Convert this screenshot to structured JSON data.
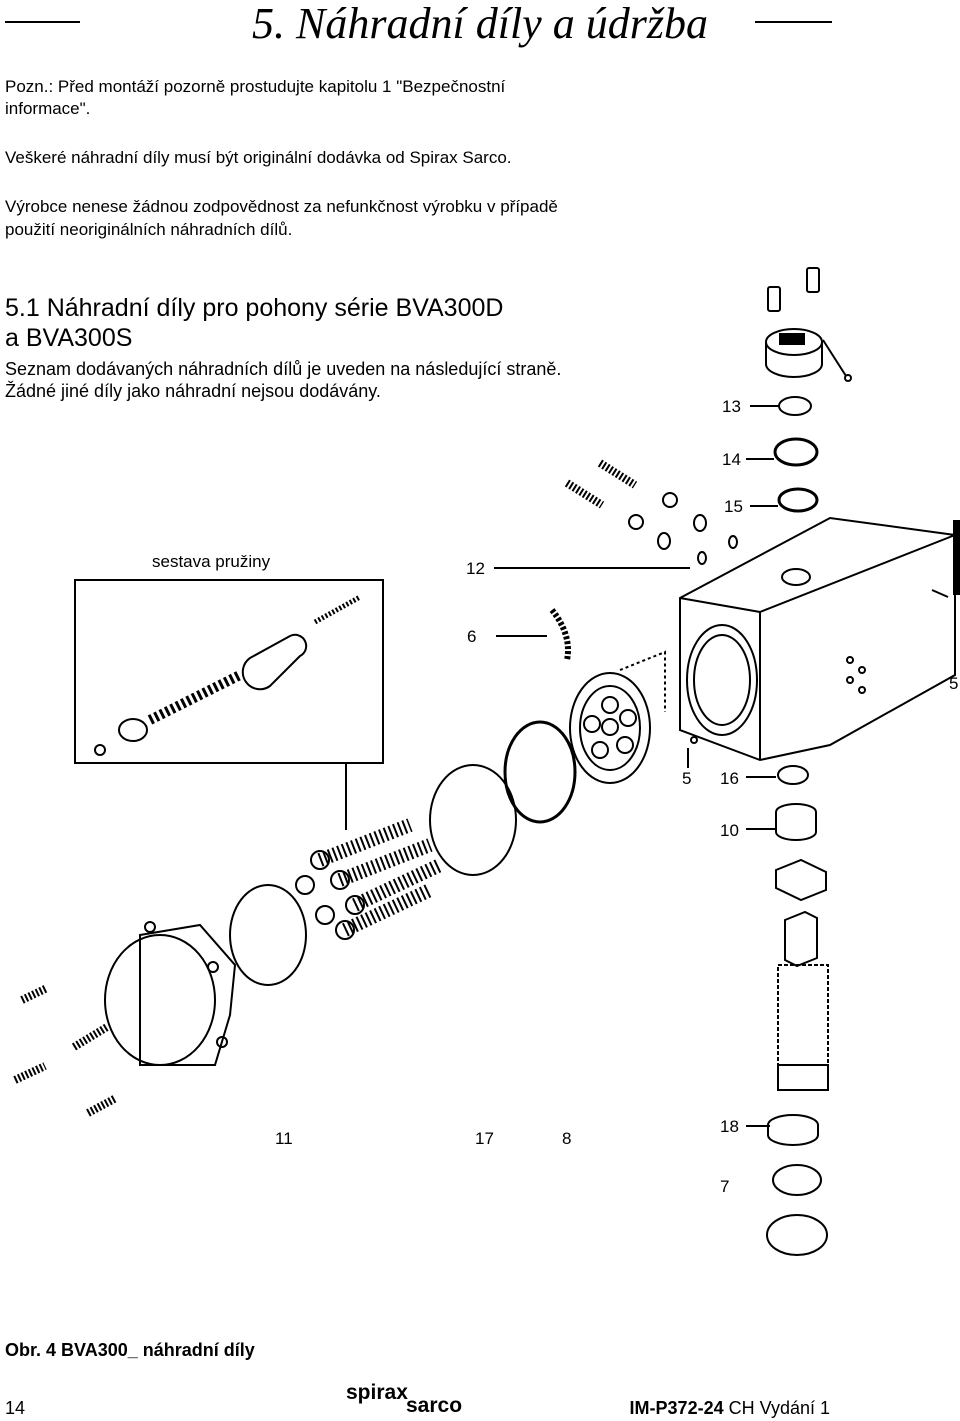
{
  "header": {
    "title": "5. Náhradní díly a údržba"
  },
  "intro": {
    "note_line1": "Pozn.: Před montáží pozorně prostudujte kapitolu 1 \"Bezpečnostní",
    "note_line2": "informace\".",
    "original_parts": "Veškeré náhradní díly musí být originální dodávka od Spirax Sarco.",
    "liability_line1": "Výrobce nenese žádnou zodpovědnost za nefunkčnost výrobku v případě",
    "liability_line2": "použití neoriginálních náhradních dílů."
  },
  "section": {
    "heading_line1": "5.1  Náhradní díly pro pohony  série BVA300D",
    "heading_line2": "a  BVA300S",
    "desc_line1": "Seznam dodávaných náhradních dílů je uveden na následující straně.",
    "desc_line2": "Žádné jiné díly jako náhradní nejsou dodávány."
  },
  "diagram": {
    "spring_assembly_label": "sestava pružiny",
    "callouts": [
      "13",
      "14",
      "15",
      "12",
      "6",
      "5",
      "5",
      "16",
      "10",
      "11",
      "17",
      "8",
      "18",
      "7"
    ]
  },
  "footer": {
    "caption": "Obr. 4  BVA300_ náhradní díly",
    "page_number": "14",
    "brand_top": "spirax",
    "brand_bottom": "sarco",
    "doc_id": "IM-P372-24",
    "edition": "CH Vydání 1"
  }
}
